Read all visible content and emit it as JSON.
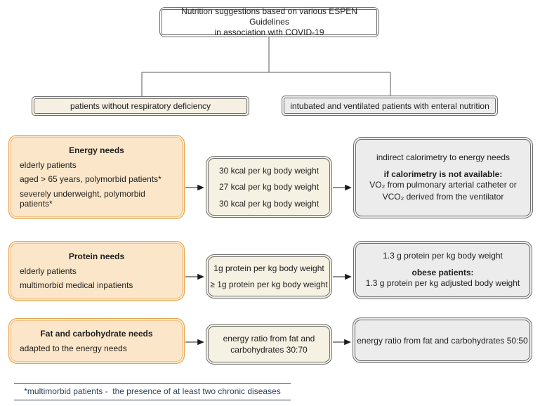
{
  "title": {
    "line1": "Nutrition suggestions based on various ESPEN Guidelines",
    "line2": "in association with COVID-19"
  },
  "branches": {
    "left": "patients without respiratory deficiency",
    "right": "intubated and ventilated patients with enteral nutrition"
  },
  "rows": [
    {
      "name": "energy",
      "category": {
        "title": "Energy needs",
        "lines": [
          "elderly patients",
          "aged > 65 years, polymorbid patients*",
          "severely underweight, polymorbid patients*"
        ]
      },
      "standard": {
        "lines": [
          "30 kcal per kg body weight",
          "27 kcal per kg body weight",
          "30 kcal per kg body weight"
        ]
      },
      "ventilated": {
        "intro": "indirect calorimetry to energy needs",
        "condition": "if calorimetry is not available:",
        "lines": [
          "VO₂ from pulmonary arterial catheter or",
          "VCO₂ derived from the ventilator"
        ]
      }
    },
    {
      "name": "protein",
      "category": {
        "title": "Protein needs",
        "lines": [
          "elderly patients",
          "multimorbid medical inpatients"
        ]
      },
      "standard": {
        "lines": [
          "1g protein per kg body weight",
          "≥ 1g protein per kg body weight"
        ]
      },
      "ventilated": {
        "intro": "1.3 g protein per kg body weight",
        "condition": "obese patients:",
        "lines": [
          "1.3 g protein per kg adjusted body weight"
        ]
      }
    },
    {
      "name": "fat-carbohydrate",
      "category": {
        "title": "Fat and carbohydrate needs",
        "lines": [
          "adapted to the energy needs"
        ]
      },
      "standard": {
        "lines": [
          "energy ratio from fat and",
          "carbohydrates 30:70"
        ]
      },
      "ventilated": {
        "intro": "energy ratio from fat and carbohydrates 50:50"
      }
    }
  ],
  "footnote": "*multimorbid patients -  the presence of at least two chronic diseases",
  "colors": {
    "category_fill": "#FCE6C9",
    "category_border": "#E9A24A",
    "standard_fill": "#F5F1E3",
    "ventilated_fill": "#ECECEC",
    "box_border": "#6F6F6F",
    "connector": "#5A5A5A",
    "arrowhead": "#1A1A1A",
    "footnote_text": "#32415A"
  }
}
